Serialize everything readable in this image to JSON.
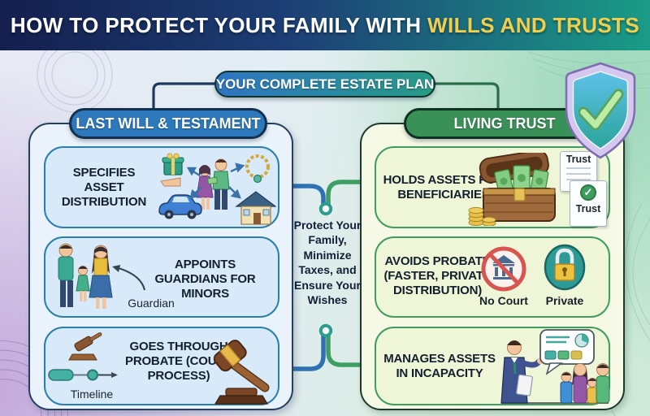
{
  "header": {
    "title_prefix": "HOW TO PROTECT YOUR FAMILY WITH ",
    "title_highlight": "WILLS AND TRUSTS"
  },
  "estate_plan": {
    "label": "YOUR COMPLETE ESTATE PLAN"
  },
  "will_column": {
    "header": "LAST WILL & TESTAMENT",
    "items": [
      {
        "label": "SPECIFIES ASSET DISTRIBUTION"
      },
      {
        "label": "APPOINTS GUARDIANS FOR MINORS",
        "annotation": "Guardian"
      },
      {
        "label": "GOES THROUGH PROBATE (COURT PROCESS)",
        "annotation": "Timeline"
      }
    ]
  },
  "trust_column": {
    "header": "LIVING TRUST",
    "items": [
      {
        "label": "HOLDS ASSETS FOR BENEFICIARIES",
        "doc_labels": [
          "Trust",
          "Trust"
        ]
      },
      {
        "label": "AVOIDS PROBATE (FASTER, PRIVATE DISTRIBUTION)",
        "icon_labels": [
          "No Court",
          "Private"
        ]
      },
      {
        "label": "MANAGES ASSETS IN INCAPACITY"
      }
    ]
  },
  "center": {
    "message": "Protect Your Family, Minimize Taxes, and Ensure Your Wishes"
  },
  "icons": {
    "shield_check": "shield-with-checkmark",
    "gift_hand": "gift-on-hand",
    "necklace": "gold-necklace",
    "car": "blue-car",
    "house": "house",
    "couple": "couple-exchanging-assets",
    "family": "family-with-child",
    "gavel_small": "small-gavel",
    "gavel_large": "large-judge-gavel",
    "timeline": "process-timeline",
    "treasure_chest": "chest-with-money",
    "coins": "coin-stacks",
    "trust_documents": "trust-documents",
    "no_court": "courthouse-prohibited",
    "private_lock": "padlock-badge",
    "advisor_family": "advisor-with-family"
  },
  "colors": {
    "header_navy": "#141f4e",
    "header_teal": "#1a9c86",
    "title_highlight": "#f0cf4e",
    "will_blue": "#2e79bc",
    "trust_green": "#3a9158",
    "connector_blue": "#2e72b5",
    "connector_green": "#3f9e63",
    "node_teal": "#2a9d8f",
    "card_blue_bg": "#d8eaf9",
    "card_blue_border": "#2b7fae",
    "card_green_bg": "#eff6d8",
    "card_green_border": "#3f9e5f"
  }
}
